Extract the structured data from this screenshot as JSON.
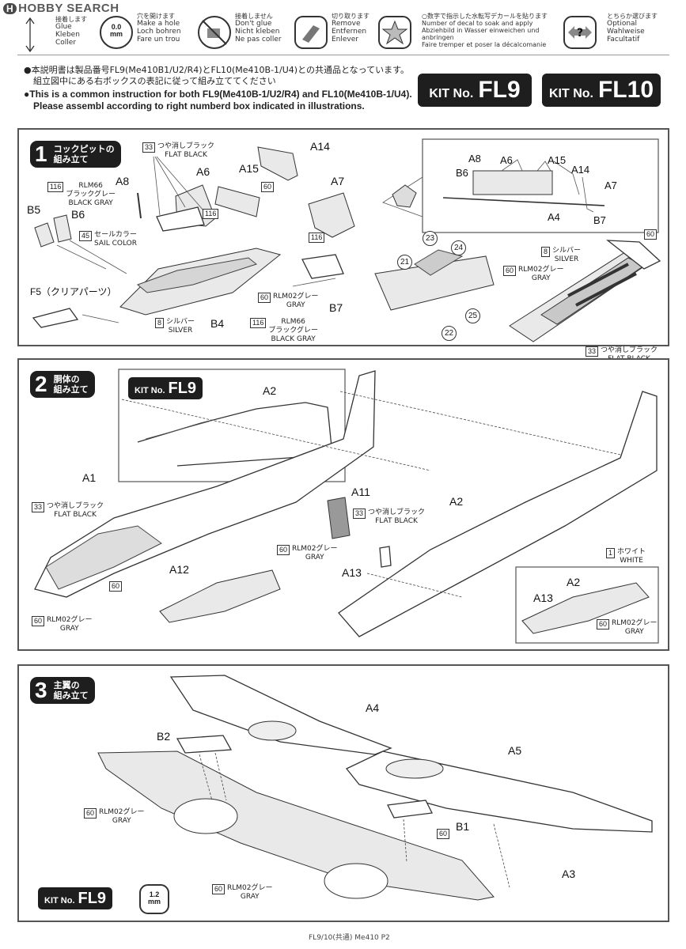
{
  "watermark": {
    "badge": "H",
    "text": "HOBBY SEARCH"
  },
  "legend": [
    {
      "icon": "glue-icon",
      "ja": "接着します",
      "text": "Glue\nKleben\nColler",
      "value": ""
    },
    {
      "icon": "drill-hole-icon",
      "ja": "穴を開けます",
      "text": "Make a hole\nLoch bohren\nFare un trou",
      "value": "0.0\nmm"
    },
    {
      "icon": "no-glue-icon",
      "ja": "接着しません",
      "text": "Don't glue\nNicht kleben\nNe pas coller",
      "value": ""
    },
    {
      "icon": "remove-icon",
      "ja": "切り取ります",
      "text": "Remove\nEntfernen\nEnlever",
      "value": ""
    },
    {
      "icon": "decal-icon",
      "ja": "○数字で指示した水転写デカールを貼ります",
      "text": "Number of decal to soak and apply\nAbziehbild in Wasser einweichen und anbringen\nFaire tremper et poser la décalcomanie",
      "value": ""
    },
    {
      "icon": "optional-icon",
      "ja": "とちらか選びます",
      "text": "Optional\nWahlweise\nFacultatif",
      "value": ""
    }
  ],
  "notice": {
    "ja1": "●本説明書は製品番号FL9(Me410B1/U2/R4)とFL10(Me410B-1/U4)との共通品となっています。",
    "ja2": "組立図中にある右ボックスの表記に従って組み立ててください",
    "en1": "●This is a common  instruction for both FL9(Me410B-1/U2/R4) and FL10(Me410B-1/U4).",
    "en2": "Please assembl according to right numberd box indicated in illustrations."
  },
  "kits": [
    {
      "small": "KIT No.",
      "big": "FL9"
    },
    {
      "small": "KIT No.",
      "big": "FL10"
    }
  ],
  "step1": {
    "num": "1",
    "title": "コックピットの\n組み立て",
    "parts": [
      "A8",
      "A6",
      "A15",
      "A14",
      "A7",
      "B5",
      "B6",
      "B4",
      "B7",
      "F5（クリアパーツ）",
      "A4"
    ],
    "inset_parts": [
      "A8",
      "A6",
      "A15",
      "A14",
      "B6",
      "A7",
      "A4",
      "B7"
    ],
    "colors": [
      {
        "num": "33",
        "text": "つや消しブラック\nFLAT BLACK"
      },
      {
        "num": "116",
        "text": "RLM66\nブラックグレー\nBLACK GRAY"
      },
      {
        "num": "45",
        "text": "セールカラー\nSAIL COLOR"
      },
      {
        "num": "116",
        "text": ""
      },
      {
        "num": "60",
        "text": ""
      },
      {
        "num": "116",
        "text": ""
      },
      {
        "num": "60",
        "text": "RLM02グレー\nGRAY"
      },
      {
        "num": "8",
        "text": "シルバー\nSILVER"
      },
      {
        "num": "116",
        "text": "RLM66\nブラックグレー\nBLACK GRAY"
      },
      {
        "num": "60",
        "text": ""
      },
      {
        "num": "8",
        "text": "シルバー\nSILVER"
      },
      {
        "num": "60",
        "text": "RLM02グレー\nGRAY"
      },
      {
        "num": "33",
        "text": "つや消しブラック\nFLAT BLACK"
      }
    ],
    "decals": [
      "23",
      "24",
      "21",
      "25",
      "22"
    ]
  },
  "step2": {
    "num": "2",
    "title": "胴体の\n組み立て",
    "kit": {
      "small": "KIT No.",
      "big": "FL9"
    },
    "parts": [
      "A2",
      "A1",
      "A11",
      "A2",
      "A12",
      "A13",
      "A2",
      "A13"
    ],
    "colors": [
      {
        "num": "33",
        "text": "つや消しブラック\nFLAT BLACK"
      },
      {
        "num": "33",
        "text": "つや消しブラック\nFLAT BLACK"
      },
      {
        "num": "60",
        "text": "RLM02グレー\nGRAY"
      },
      {
        "num": "60",
        "text": ""
      },
      {
        "num": "1",
        "text": "ホワイト\nWHITE"
      },
      {
        "num": "60",
        "text": "RLM02グレー\nGRAY"
      },
      {
        "num": "60",
        "text": "RLM02グレー\nGRAY"
      }
    ]
  },
  "step3": {
    "num": "3",
    "title": "主翼の\n組み立て",
    "parts": [
      "A4",
      "B2",
      "A5",
      "B1",
      "A3"
    ],
    "colors": [
      {
        "num": "60",
        "text": "RLM02グレー\nGRAY"
      },
      {
        "num": "60",
        "text": ""
      },
      {
        "num": "60",
        "text": "RLM02グレー\nGRAY"
      }
    ],
    "kit": {
      "small": "KIT No.",
      "big": "FL9"
    },
    "drill": "1.2\nmm"
  },
  "footer": "FL9/10(共通) Me410  P2"
}
